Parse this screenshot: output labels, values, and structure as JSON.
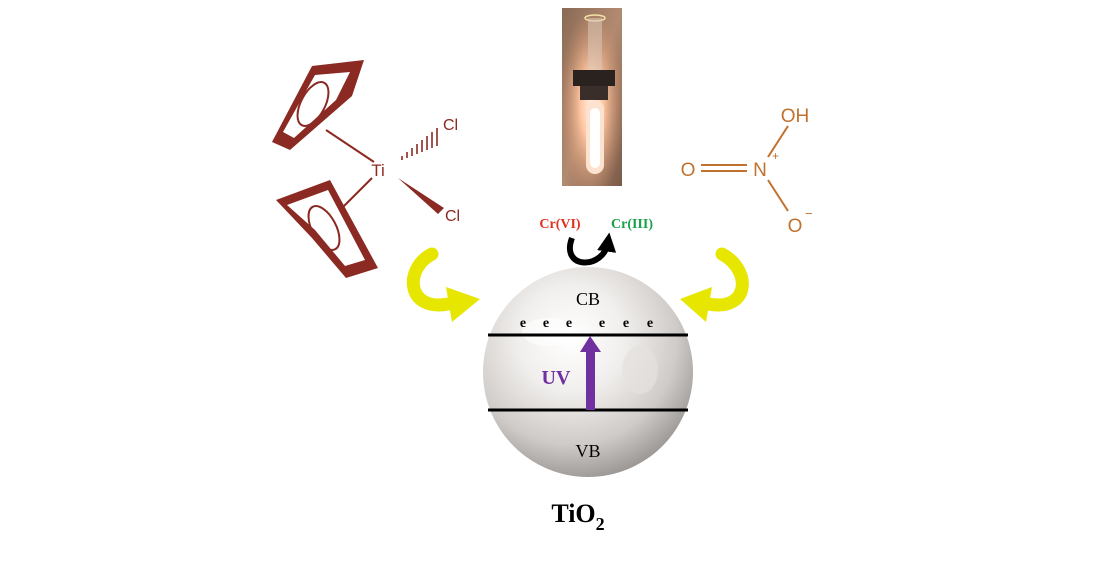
{
  "titanocene": {
    "metal": "Ti",
    "ligand_top": "Cl",
    "ligand_bottom": "Cl"
  },
  "nitrate": {
    "hydroxyl": "OH",
    "oxygen_double": "O",
    "nitrogen": "N",
    "nitrogen_charge": "+",
    "oxygen_single": "O",
    "oxygen_charge": "−"
  },
  "redox": {
    "from_label": "Cr(VI)",
    "to_label": "Cr(III)"
  },
  "particle": {
    "conduction_band": "CB",
    "valence_band": "VB",
    "excitation": "UV",
    "electrons": [
      "e",
      "e",
      "e",
      "e",
      "e",
      "e"
    ],
    "name_main": "TiO",
    "name_subscript": "2"
  },
  "colors": {
    "titanocene": "#8b2a22",
    "nitrate": "#c0712d",
    "cr6": "#e0321f",
    "cr3": "#1aa14b",
    "uv_arrow": "#7030a0",
    "yellow_arrow": "#e6e600",
    "band_line": "#000000"
  },
  "icons": {
    "photo": "uv-lamp-test-tube-photo"
  }
}
